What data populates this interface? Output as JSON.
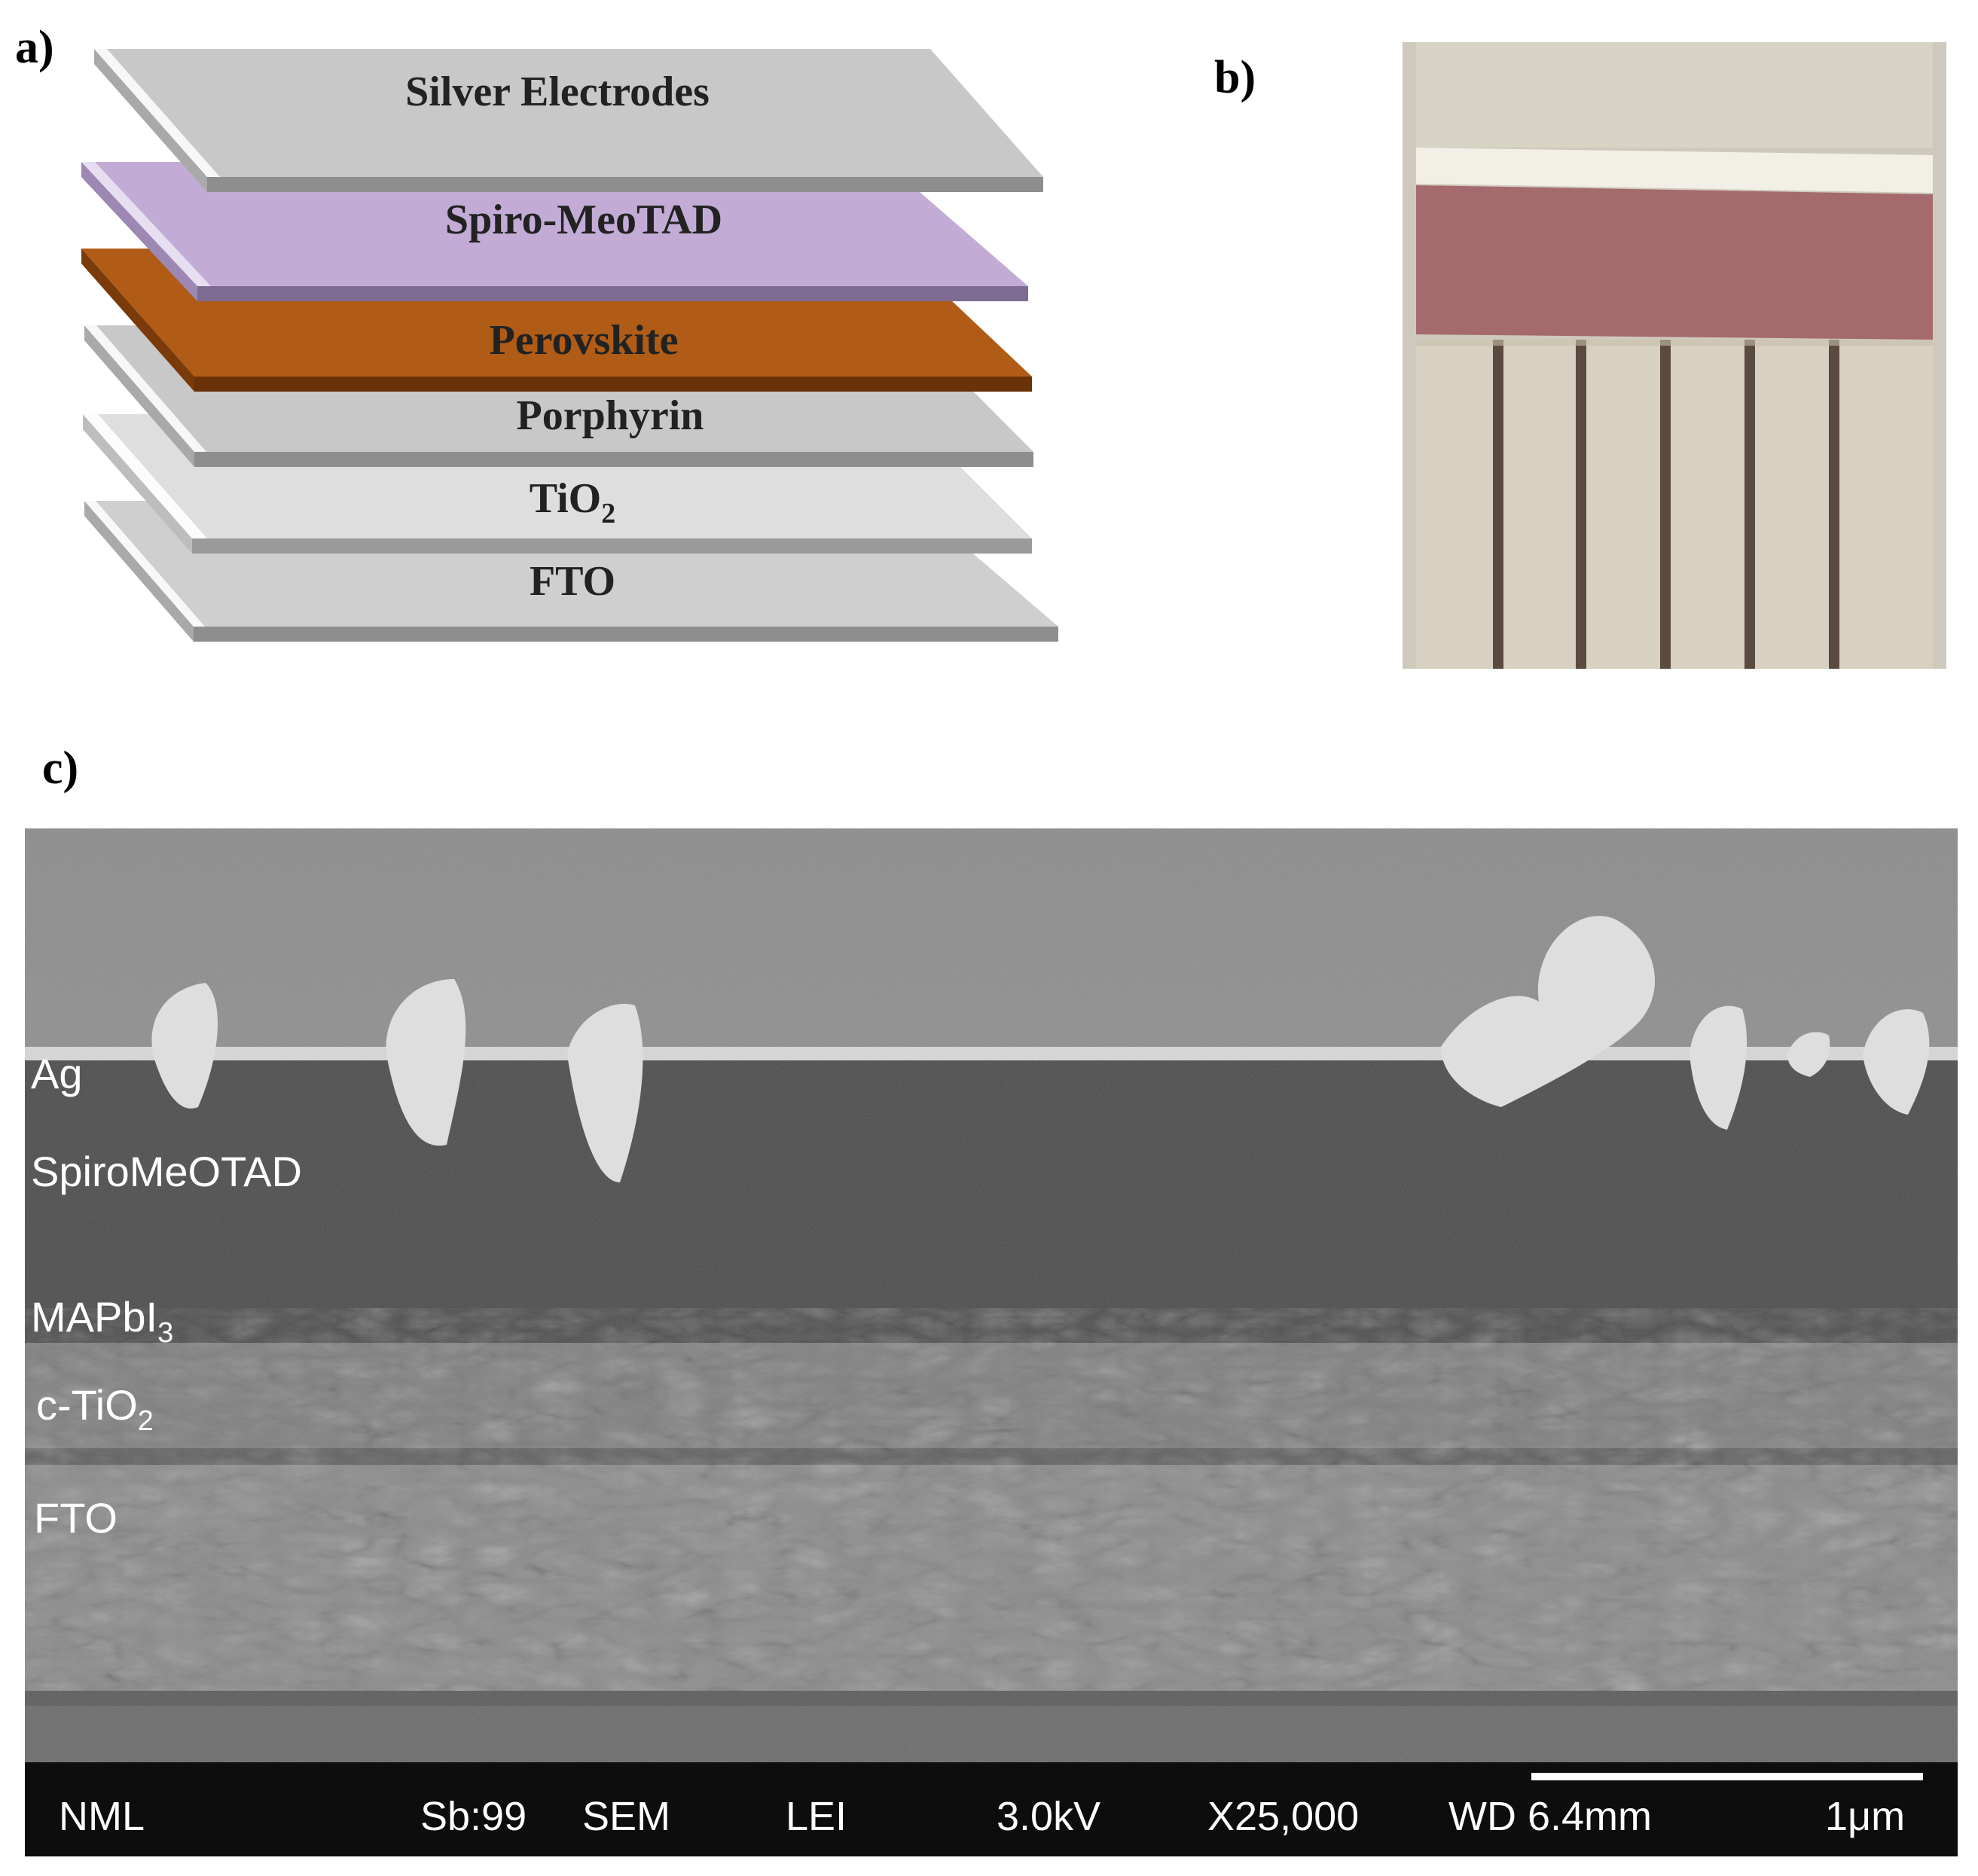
{
  "panels": {
    "a": "a)",
    "b": "b)",
    "c": "c)"
  },
  "layers": [
    {
      "name": "Silver Electrodes",
      "sub": ""
    },
    {
      "name": "Spiro-MeoTAD",
      "sub": ""
    },
    {
      "name": "Perovskite",
      "sub": ""
    },
    {
      "name": "Porphyrin",
      "sub": ""
    },
    {
      "name": "TiO",
      "sub": "2"
    },
    {
      "name": "FTO",
      "sub": ""
    }
  ],
  "layer_colors": [
    "#c8c8c8",
    "#c2acd6",
    "#b05c17",
    "#c8c8c8",
    "#dedede",
    "#cfcfcf"
  ],
  "sem_labels": [
    {
      "name": "Ag",
      "sub": ""
    },
    {
      "name": "SpiroMeOTAD",
      "sub": ""
    },
    {
      "name": "MAPbI",
      "sub": "3"
    },
    {
      "name": "c-TiO",
      "sub": "2"
    },
    {
      "name": "FTO",
      "sub": ""
    }
  ],
  "info_bar": {
    "lab": "NML",
    "sb": "Sb:99",
    "mode": "SEM",
    "detector": "LEI",
    "voltage": "3.0kV",
    "magnification": "X25,000",
    "wd": "WD 6.4mm",
    "scale": "1μm"
  }
}
